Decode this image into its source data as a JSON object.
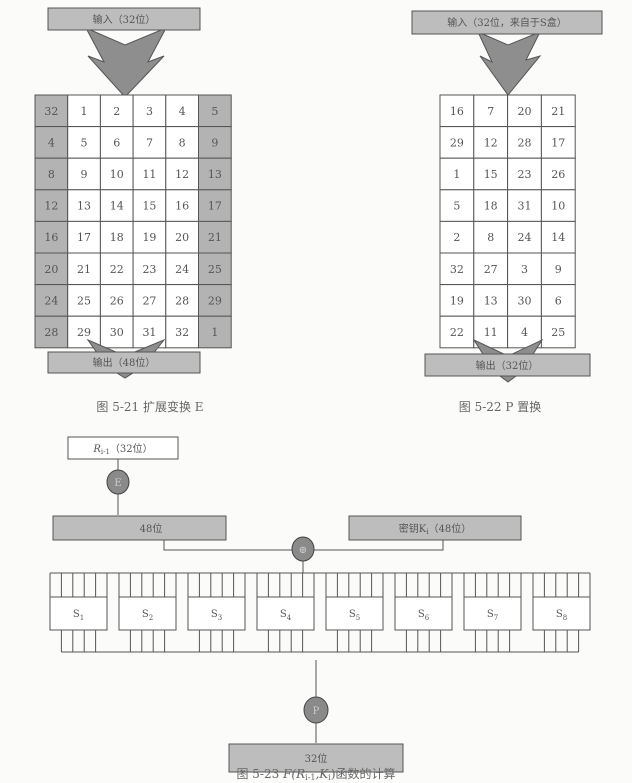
{
  "fig21": {
    "input_label": "输入（32位）",
    "output_label": "输出（48位）",
    "caption": "图 5-21   扩展变换 E",
    "table": [
      [
        32,
        1,
        2,
        3,
        4,
        5
      ],
      [
        4,
        5,
        6,
        7,
        8,
        9
      ],
      [
        8,
        9,
        10,
        11,
        12,
        13
      ],
      [
        12,
        13,
        14,
        15,
        16,
        17
      ],
      [
        16,
        17,
        18,
        19,
        20,
        21
      ],
      [
        20,
        21,
        22,
        23,
        24,
        25
      ],
      [
        24,
        25,
        26,
        27,
        28,
        29
      ],
      [
        28,
        29,
        30,
        31,
        32,
        1
      ]
    ]
  },
  "fig22": {
    "input_label": "输入（32位，来自于S盒）",
    "output_label": "输出（32位）",
    "caption": "图 5-22   P 置换",
    "table": [
      [
        16,
        7,
        20,
        21
      ],
      [
        29,
        12,
        28,
        17
      ],
      [
        1,
        15,
        23,
        26
      ],
      [
        5,
        18,
        31,
        10
      ],
      [
        2,
        8,
        24,
        14
      ],
      [
        32,
        27,
        3,
        9
      ],
      [
        19,
        13,
        30,
        6
      ],
      [
        22,
        11,
        4,
        25
      ]
    ]
  },
  "fig23": {
    "r_label_main": "R",
    "r_label_sub": "i-1",
    "r_label_rest": "（32位）",
    "e_op": "E",
    "expanded_label": "48位",
    "key_label_main": "密钥K",
    "key_label_sub": "i",
    "key_label_rest": "（48位）",
    "xor_op": "⊕",
    "sboxes": [
      "1",
      "2",
      "3",
      "4",
      "5",
      "6",
      "7",
      "8"
    ],
    "sbox_prefix": "S",
    "p_op": "P",
    "output_label": "32位",
    "caption_prefix": "图 5-23   ",
    "caption_func": "F(R",
    "caption_sub": "i-1",
    "caption_mid": ",K",
    "caption_sub2": "i",
    "caption_suffix": ")函数的计算"
  },
  "colors": {
    "shade": "#b3b3b3",
    "box": "#bdbdbd",
    "line": "#555555"
  }
}
